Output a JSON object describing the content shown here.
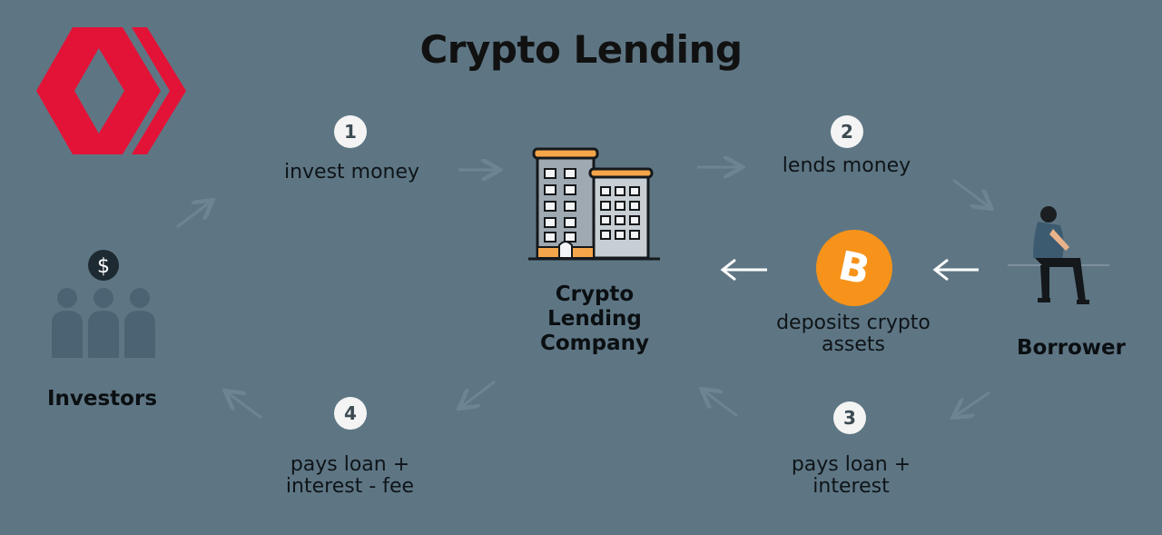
{
  "diagram": {
    "title": "Crypto Lending",
    "steps": [
      {
        "number": "1",
        "label": "invest money"
      },
      {
        "number": "2",
        "label": "lends money"
      },
      {
        "number": "3",
        "label": "pays loan +\ninterest"
      },
      {
        "number": "4",
        "label": "pays loan +\ninterest - fee"
      }
    ],
    "nodes": {
      "investors": "Investors",
      "company": "Crypto\nLending\nCompany",
      "borrower": "Borrower",
      "collateral": "deposits crypto\nassets"
    },
    "investor_badge_symbol": "$",
    "bitcoin_symbol": "B"
  },
  "colors": {
    "background": "#5e7684",
    "hive_logo": "#e31337",
    "bitcoin": "#f7931a",
    "building_roof": "#f5a54a",
    "investor_figures": "#4a6473"
  }
}
